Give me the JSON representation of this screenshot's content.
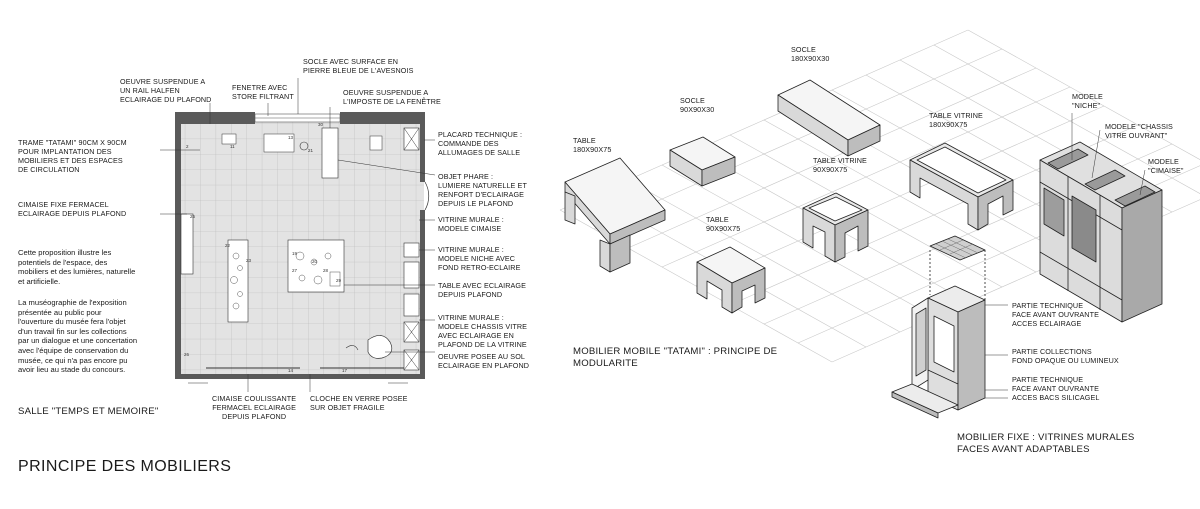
{
  "sheet_title": "PRINCIPE DES MOBILIERS",
  "plan": {
    "room_title": "SALLE \"TEMPS ET MEMOIRE\"",
    "intro_paragraph": [
      "Cette proposition illustre les",
      "potentiels de l'espace, des",
      "mobiliers et des lumières, naturelle",
      "et artificielle."
    ],
    "museography_paragraph": [
      "La muséographie de  l'exposition",
      "présentée au public pour",
      "l'ouverture du musée fera l'objet",
      "d'un travail fin sur les collections",
      "par un dialogue et une concertation",
      "avec l'équipe de conservation du",
      "musée, ce qui n'a pas encore pu",
      "avoir lieu au stade du concours."
    ],
    "labels": {
      "oeuvre_rail": [
        "OEUVRE SUSPENDUE A",
        "UN RAIL HALFEN",
        "ECLAIRAGE DU PLAFOND"
      ],
      "fenetre": [
        "FENETRE AVEC",
        "STORE FILTRANT"
      ],
      "socle_pierre": [
        "SOCLE AVEC SURFACE EN",
        "PIERRE BLEUE DE L'AVESNOIS"
      ],
      "oeuvre_imposte": [
        "OEUVRE SUSPENDUE A",
        "L'IMPOSTE DE LA FENÊTRE"
      ],
      "trame": [
        "TRAME  \"TATAMI\"  90cm x 90cm",
        "POUR IMPLANTATION DES",
        "MOBILIERS ET DES  ESPACES",
        "DE CIRCULATION"
      ],
      "cimaise_fixe": [
        "CIMAISE FIXE FERMACEL",
        "ECLAIRAGE DEPUIS PLAFOND"
      ],
      "placard": [
        "PLACARD TECHNIQUE :",
        "COMMANDE DES",
        "ALLUMAGES DE SALLE"
      ],
      "objet_phare": [
        "OBJET PHARE :",
        "LUMIERE NATURELLE  ET",
        "RENFORT D'ECLAIRAGE",
        "DEPUIS LE PLAFOND"
      ],
      "vitrine_cimaise": [
        "VITRINE MURALE :",
        "MODELE CIMAISE"
      ],
      "vitrine_niche": [
        "VITRINE MURALE :",
        "MODELE NICHE  AVEC",
        "FOND RETRO-ECLAIRE"
      ],
      "table_eclairage": [
        "TABLE AVEC ECLAIRAGE",
        "DEPUIS PLAFOND"
      ],
      "vitrine_chassis": [
        "VITRINE MURALE :",
        "MODELE CHASSIS VITRE",
        "AVEC ECLAIRAGE EN",
        "PLAFOND DE LA VITRINE"
      ],
      "oeuvre_sol": [
        "OEUVRE POSEE AU SOL",
        "ECLAIRAGE EN PLAFOND"
      ],
      "cimaise_coulissante": [
        "CIMAISE COULISSANTE",
        "FERMACEL ECLAIRAGE",
        "DEPUIS PLAFOND"
      ],
      "cloche": [
        "CLOCHE EN VERRE POSEE",
        "SUR OBJET FRAGILE"
      ]
    },
    "plan_numbers": [
      "2",
      "11",
      "13",
      "21",
      "30",
      "22",
      "23",
      "19",
      "20",
      "27",
      "28",
      "29",
      "25",
      "26",
      "14",
      "17"
    ]
  },
  "mobile": {
    "caption": [
      "MOBILIER MOBILE \"TATAMI\" : PRINCIPE DE",
      "MODULARITE"
    ],
    "table": [
      "TABLE",
      "180x90x75"
    ],
    "socle_small": [
      "SOCLE",
      "90x90x30"
    ],
    "socle_big": [
      "SOCLE",
      "180x90x30"
    ],
    "table_vitrine_small": [
      "TABLE VITRINE",
      "90x90x75"
    ],
    "table_vitrine_big": [
      "TABLE VITRINE",
      "180x90x75"
    ],
    "table_small": [
      "TABLE",
      "90x90x75"
    ]
  },
  "fixed": {
    "caption": [
      "MOBILIER FIXE : VITRINES MURALES",
      "FACES AVANT ADAPTABLES"
    ],
    "modele_niche": [
      "MODELE",
      "\"NICHE\""
    ],
    "modele_chassis": [
      "MODELE \"CHASSIS",
      "VITRE OUVRANT\""
    ],
    "modele_cimaise": [
      "MODELE",
      "\"CIMAISE\""
    ],
    "partie_tech_top": [
      "PARTIE TECHNIQUE",
      "FACE AVANT OUVRANTE",
      "ACCES ECLAIRAGE"
    ],
    "partie_collections": [
      "PARTIE COLLECTIONS",
      "FOND OPAQUE OU LUMINEUX"
    ],
    "partie_tech_bottom": [
      "PARTIE TECHNIQUE",
      "FACE AVANT OUVRANTE",
      "ACCES BACS SILICAGEL"
    ]
  }
}
